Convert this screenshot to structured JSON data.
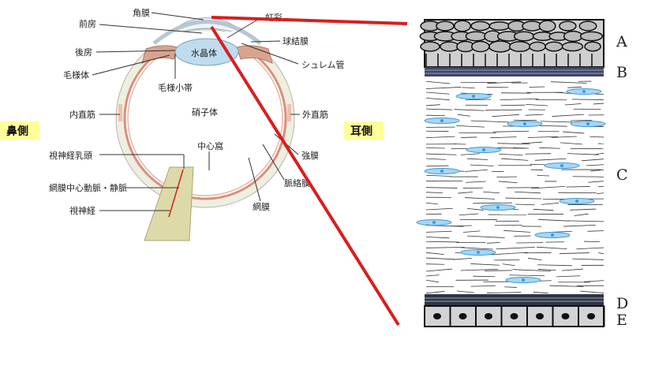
{
  "eye_diagram": {
    "labels": {
      "cornea": "角膜",
      "iris": "虹彩",
      "anterior_chamber": "前房",
      "posterior_chamber": "後房",
      "ciliary_body": "毛様体",
      "zonule": "毛様小帯",
      "lens": "水晶体",
      "bulbar_conjunctiva": "球結膜",
      "schlemm_canal": "シュレム管",
      "vitreous": "硝子体",
      "medial_rectus": "内直筋",
      "lateral_rectus": "外直筋",
      "fovea": "中心窩",
      "optic_disc": "視神経乳頭",
      "central_retinal_vessels": "網膜中心動脈・静脈",
      "optic_nerve": "視神経",
      "sclera": "強膜",
      "choroid": "脈絡膜",
      "retina": "網膜"
    },
    "nasal_side": "鼻側",
    "temporal_side": "耳側"
  },
  "cornea_layers": {
    "letters": [
      "A",
      "B",
      "C",
      "D",
      "E"
    ]
  },
  "colors": {
    "pointer_line": "#d81e1e",
    "side_badge": "#ffff99",
    "keratocyte": "#3a9ad9"
  }
}
